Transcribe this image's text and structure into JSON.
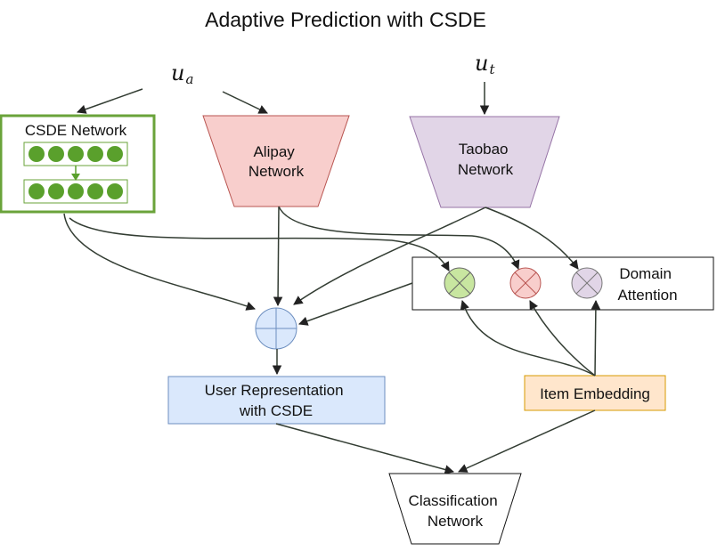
{
  "title": "Adaptive Prediction with CSDE",
  "inputs": {
    "ua": {
      "symbol": "u",
      "subscript": "a"
    },
    "ut": {
      "symbol": "u",
      "subscript": "t"
    }
  },
  "nodes": {
    "csde_network": "CSDE Network",
    "alipay_network": [
      "Alipay",
      "Network"
    ],
    "taobao_network": [
      "Taobao",
      "Network"
    ],
    "domain_attention": [
      "Domain",
      "Attention"
    ],
    "user_representation": [
      "User Representation",
      "with CSDE"
    ],
    "item_embedding": "Item Embedding",
    "classification_network": [
      "Classification",
      "Network"
    ]
  },
  "colors": {
    "csde_border": "#6aa33a",
    "csde_unit": "#5aa02c",
    "alipay_fill": "#f8cecc",
    "taobao_fill": "#e1d5e7",
    "user_rep_fill": "#dae8fc",
    "item_embedding_fill": "#ffe6cc",
    "mult_green": "#c8e6a0",
    "mult_pink": "#f8cecc",
    "mult_purple": "#e1d5e7",
    "sum_blue": "#dae8fc",
    "edge": "#333d33"
  },
  "icons": {
    "sum": "circled-plus-icon",
    "multiply": "circled-times-icon"
  }
}
